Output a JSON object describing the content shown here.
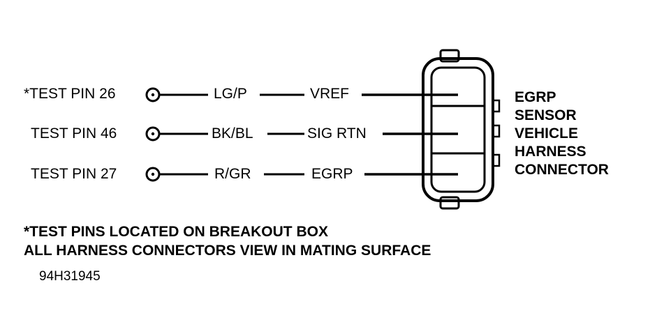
{
  "pins": [
    {
      "label": "*TEST PIN 26",
      "wire_color": "LG/P",
      "signal": "VREF"
    },
    {
      "label": "TEST PIN 46",
      "wire_color": "BK/BL",
      "signal": "SIG RTN"
    },
    {
      "label": "TEST PIN 27",
      "wire_color": "R/GR",
      "signal": "EGRP"
    }
  ],
  "connector": {
    "lines": [
      "EGRP",
      "SENSOR",
      "VEHICLE",
      "HARNESS",
      "CONNECTOR"
    ]
  },
  "notes": {
    "line1": "*TEST PINS LOCATED ON BREAKOUT BOX",
    "line2": "ALL HARNESS CONNECTORS VIEW IN MATING SURFACE"
  },
  "figure_id": "94H31945",
  "colors": {
    "ink": "#000000",
    "background": "#ffffff"
  }
}
